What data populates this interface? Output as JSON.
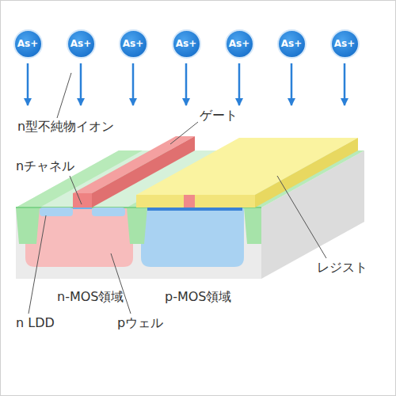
{
  "diagram": {
    "nodes": [
      {
        "text": [
          "As+"
        ]
      },
      {
        "text": [
          "As+"
        ]
      },
      {
        "text": [
          "As+"
        ]
      },
      {
        "text": [
          "As+"
        ]
      },
      {
        "text": [
          "As+"
        ]
      },
      {
        "text": [
          "As+"
        ]
      },
      {
        "text": [
          "As+"
        ]
      }
    ],
    "labels": [
      "n型不純物イオン",
      "ゲート",
      "nチャネル",
      "レジスト",
      "n-MOS領域",
      "p-MOS領域",
      "n LDD",
      "pウェル"
    ]
  }
}
